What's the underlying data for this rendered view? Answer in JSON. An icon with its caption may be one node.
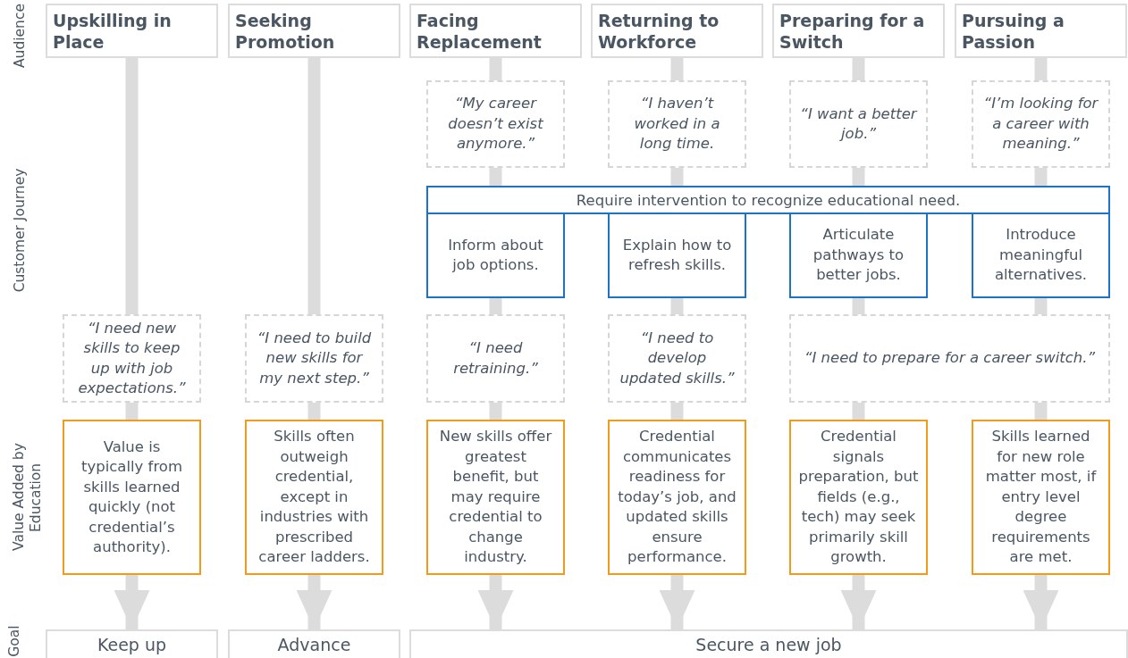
{
  "diagram": {
    "nodes": [
      {
        "text": [
          "Upskilling in Place"
        ]
      },
      {
        "text": [
          "Seeking Promotion"
        ]
      },
      {
        "text": [
          "Facing Replacement"
        ]
      },
      {
        "text": [
          "Returning to Workforce"
        ]
      },
      {
        "text": [
          "Preparing for a Switch"
        ]
      },
      {
        "text": [
          "Pursuing a Passion"
        ]
      },
      {
        "text": [
          "“My career doesn’t exist anymore.”"
        ]
      },
      {
        "text": [
          "“I haven’t worked in a long time."
        ]
      },
      {
        "text": [
          "“I want a better job.”"
        ]
      },
      {
        "text": [
          "“I’m looking for a career with meaning.”"
        ]
      },
      {
        "text": [
          "Require intervention to recognize educational need."
        ]
      },
      {
        "text": [
          "Inform about job options."
        ]
      },
      {
        "text": [
          "Explain how to refresh skills."
        ]
      },
      {
        "text": [
          "Articulate pathways to better jobs."
        ]
      },
      {
        "text": [
          "Introduce meaningful alternatives."
        ]
      },
      {
        "text": [
          "“I need new skills to keep up with job expectations.”"
        ]
      },
      {
        "text": [
          "“I need to build new skills for my next step.”"
        ]
      },
      {
        "text": [
          "“I need retraining.”"
        ]
      },
      {
        "text": [
          "“I need to develop updated skills.”"
        ]
      },
      {
        "text": [
          "“I need to prepare for a career switch.”"
        ]
      },
      {
        "text": [
          "Value is typically from skills learned quickly (not credential’s authority)."
        ]
      },
      {
        "text": [
          "Skills often outweigh credential, except in industries with prescribed career ladders."
        ]
      },
      {
        "text": [
          "New skills offer greatest benefit, but may require credential to change industry."
        ]
      },
      {
        "text": [
          "Credential communicates readiness for today’s job, and updated skills ensure performance."
        ]
      },
      {
        "text": [
          "Credential signals preparation, but fields (e.g., tech) may seek primarily skill growth."
        ]
      },
      {
        "text": [
          "Skills learned for new role matter most, if entry level degree requirements are met."
        ]
      },
      {
        "text": [
          "Keep up"
        ]
      },
      {
        "text": [
          "Advance"
        ]
      },
      {
        "text": [
          "Secure a new job"
        ]
      }
    ],
    "edges": [
      {
        "from": 0,
        "to": 15,
        "arrow": "none"
      },
      {
        "from": 15,
        "to": 20,
        "arrow": "none"
      },
      {
        "from": 20,
        "to": 26,
        "arrow": "to"
      },
      {
        "from": 1,
        "to": 16,
        "arrow": "none"
      },
      {
        "from": 16,
        "to": 21,
        "arrow": "none"
      },
      {
        "from": 21,
        "to": 27,
        "arrow": "to"
      },
      {
        "from": 2,
        "to": 6,
        "arrow": "none"
      },
      {
        "from": 6,
        "to": 10,
        "arrow": "none"
      },
      {
        "from": 11,
        "to": 17,
        "arrow": "none"
      },
      {
        "from": 17,
        "to": 22,
        "arrow": "none"
      },
      {
        "from": 22,
        "to": 28,
        "arrow": "to"
      },
      {
        "from": 3,
        "to": 7,
        "arrow": "none"
      },
      {
        "from": 7,
        "to": 10,
        "arrow": "none"
      },
      {
        "from": 12,
        "to": 18,
        "arrow": "none"
      },
      {
        "from": 18,
        "to": 23,
        "arrow": "none"
      },
      {
        "from": 23,
        "to": 28,
        "arrow": "to"
      },
      {
        "from": 4,
        "to": 8,
        "arrow": "none"
      },
      {
        "from": 8,
        "to": 10,
        "arrow": "none"
      },
      {
        "from": 13,
        "to": 19,
        "arrow": "none"
      },
      {
        "from": 19,
        "to": 24,
        "arrow": "none"
      },
      {
        "from": 24,
        "to": 28,
        "arrow": "to"
      },
      {
        "from": 5,
        "to": 9,
        "arrow": "none"
      },
      {
        "from": 9,
        "to": 10,
        "arrow": "none"
      },
      {
        "from": 14,
        "to": 19,
        "arrow": "none"
      },
      {
        "from": 19,
        "to": 25,
        "arrow": "none"
      },
      {
        "from": 25,
        "to": 28,
        "arrow": "to"
      }
    ],
    "labels": [
      "Audience",
      "Customer Journey",
      "Value Added by Education",
      "Goal"
    ]
  }
}
